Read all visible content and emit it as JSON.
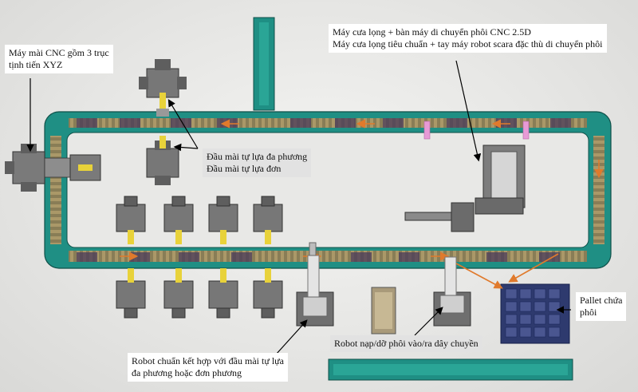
{
  "labels": {
    "cnc_xyz": {
      "line1": "Máy mài CNC gồm 3 trục",
      "line2": "tịnh tiến XYZ"
    },
    "saw": {
      "line1": "Máy cưa lọng + bàn máy di chuyển phôi CNC 2.5D",
      "line2": "Máy cưa lọng tiêu chuẩn + tay máy robot scara đặc thù di chuyển phôi"
    },
    "grind_heads": {
      "line1": "Đầu mài tự lựa đa phương",
      "line2": "Đầu mài tự lựa đơn"
    },
    "pallet": {
      "line1": "Pallet chứa",
      "line2": "phôi"
    },
    "robot_combined": {
      "line1": "Robot chuẩn kết hợp với đầu mài tự lựa",
      "line2": "đa phương hoặc đơn phương"
    },
    "robot_loader": {
      "line1": "Robot nạp/dỡ phôi vào/ra dây chuyền"
    }
  },
  "colors": {
    "conveyor": "#1f8f84",
    "conveyor_dark": "#136c62",
    "accent_arrow": "#e07a2c",
    "station": "#6f6f6f",
    "spindle": "#e8d23a",
    "marker": "#e79ad6",
    "pallet": "#2e3a6e",
    "line": "#000000"
  }
}
